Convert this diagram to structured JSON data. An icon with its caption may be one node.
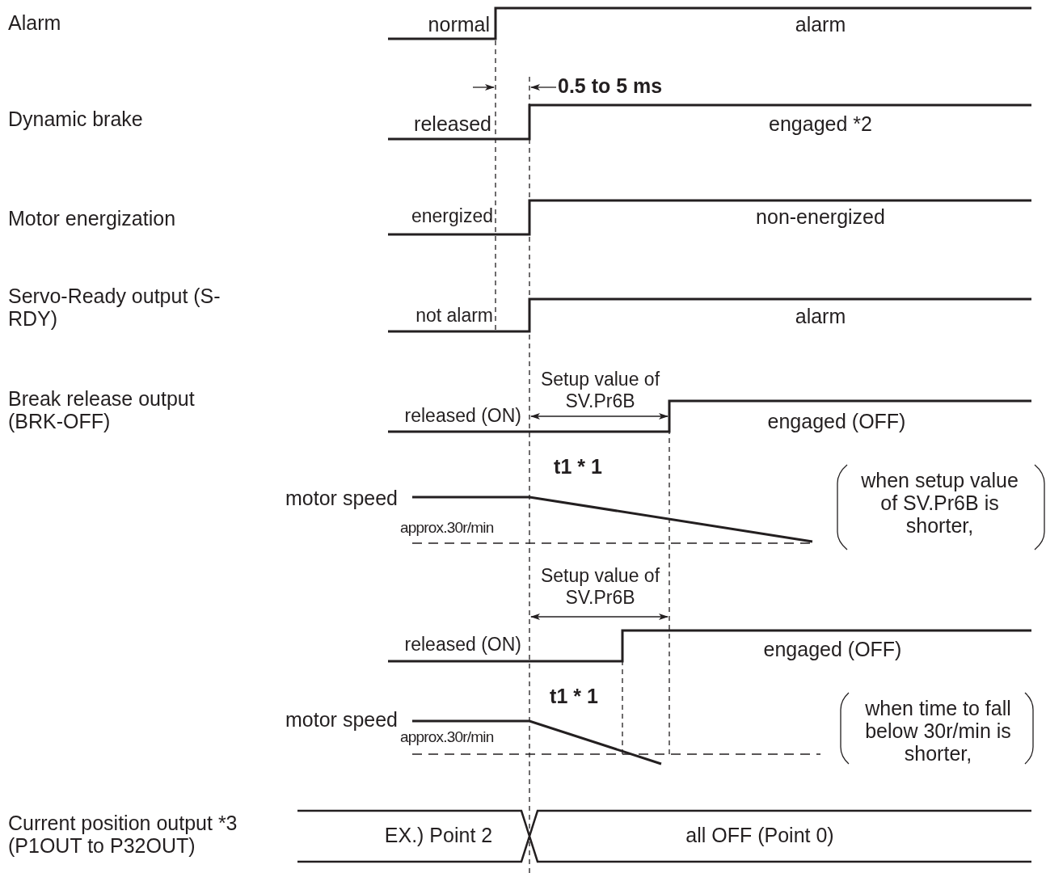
{
  "diagram": {
    "labels": [
      "Alarm",
      "normal",
      "alarm",
      "0.5 to 5 ms",
      "Dynamic brake",
      "released",
      "engaged *2",
      "Motor energization",
      "energized",
      "non-energized",
      "Servo-Ready output (S-RDY)",
      "not alarm",
      "alarm",
      "Setup value of SV.Pr6B",
      "Break release output (BRK-OFF)",
      "released (ON)",
      "engaged (OFF)",
      "t1 * 1",
      "when setup value of SV.Pr6B is shorter,",
      "motor speed",
      "approx.30r/min",
      "Setup value of SV.Pr6B",
      "released (ON)",
      "engaged (OFF)",
      "t1 * 1",
      "when time to fall below 30r/min is shorter,",
      "motor speed",
      "approx.30r/min",
      "Current position output *3 (P1OUT to P32OUT)",
      "EX.) Point 2",
      "all OFF (Point 0)"
    ]
  }
}
